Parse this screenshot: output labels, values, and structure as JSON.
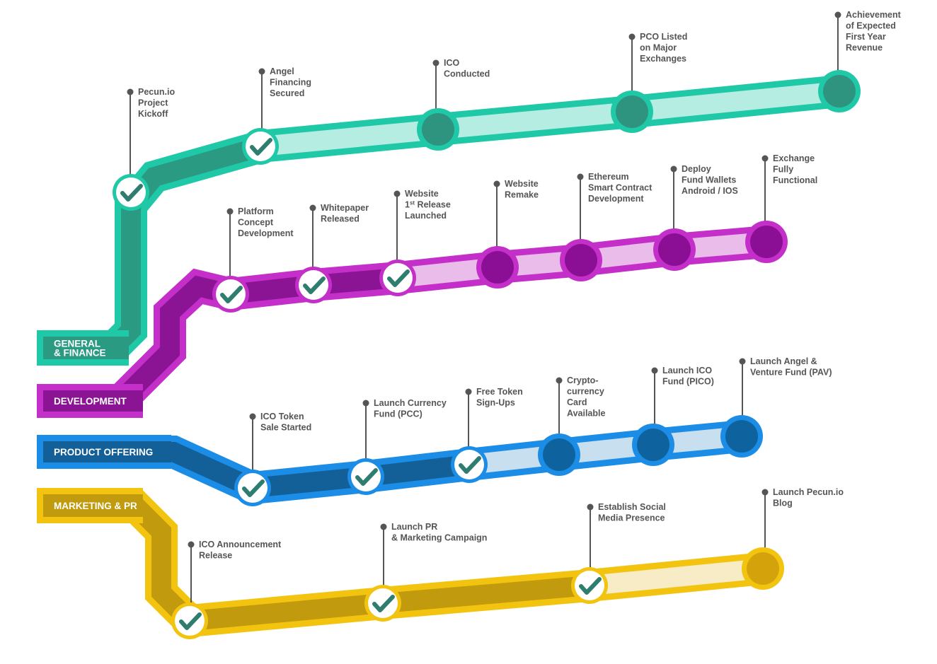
{
  "tracks": [
    {
      "key": "general",
      "tag_lines": [
        "GENERAL",
        "& FINANCE"
      ],
      "colors": {
        "outer": "#1fc9a8",
        "inner": "#2a9a83",
        "faded": "#b6ede3",
        "node": "#2e9480",
        "tick": "#2e7d6f"
      },
      "milestones": [
        {
          "label": [
            "Pecun.io",
            "Project",
            "Kickoff"
          ],
          "done": true
        },
        {
          "label": [
            "Angel",
            "Financing",
            "Secured"
          ],
          "done": true
        },
        {
          "label": [
            "ICO",
            "Conducted"
          ],
          "done": false
        },
        {
          "label": [
            "PCO Listed",
            "on Major",
            "Exchanges"
          ],
          "done": false
        },
        {
          "label": [
            "Achievement",
            "of Expected",
            "First Year",
            "Revenue"
          ],
          "done": false
        }
      ]
    },
    {
      "key": "development",
      "tag_lines": [
        "DEVELOPMENT"
      ],
      "colors": {
        "outer": "#c42fc9",
        "inner": "#8a1493",
        "faded": "#e9bce9",
        "node": "#8b0f95",
        "tick": "#2e7d6f"
      },
      "milestones": [
        {
          "label": [
            "Platform",
            "Concept",
            "Development"
          ],
          "done": true
        },
        {
          "label": [
            "Whitepaper",
            "Released"
          ],
          "done": true
        },
        {
          "label": [
            "Website",
            "1st Release",
            "Launched"
          ],
          "done": true
        },
        {
          "label": [
            "Website",
            "Remake"
          ],
          "done": false
        },
        {
          "label": [
            "Ethereum",
            "Smart Contract",
            "Development"
          ],
          "done": false
        },
        {
          "label": [
            "Deploy",
            "Fund Wallets",
            "Android / IOS"
          ],
          "done": false
        },
        {
          "label": [
            "Exchange",
            "Fully",
            "Functional"
          ],
          "done": false
        }
      ]
    },
    {
      "key": "product",
      "tag_lines": [
        "PRODUCT OFFERING"
      ],
      "colors": {
        "outer": "#1b8de6",
        "inner": "#135f98",
        "faded": "#c8dff0",
        "node": "#0e639f",
        "tick": "#2e7d6f"
      },
      "milestones": [
        {
          "label": [
            "ICO Token",
            "Sale Started"
          ],
          "done": true
        },
        {
          "label": [
            "Launch Currency",
            "Fund (PCC)"
          ],
          "done": true
        },
        {
          "label": [
            "Free Token",
            "Sign-Ups"
          ],
          "done": true
        },
        {
          "label": [
            "Crypto-",
            "currency",
            "Card",
            "Available"
          ],
          "done": false
        },
        {
          "label": [
            "Launch ICO",
            "Fund (PICO)"
          ],
          "done": false
        },
        {
          "label": [
            "Launch Angel &",
            "Venture Fund (PAV)"
          ],
          "done": false
        }
      ]
    },
    {
      "key": "marketing",
      "tag_lines": [
        "MARKETING & PR"
      ],
      "colors": {
        "outer": "#f2c40f",
        "inner": "#c19a0d",
        "faded": "#f7ecc6",
        "node": "#d4a30c",
        "tick": "#2e7d6f"
      },
      "milestones": [
        {
          "label": [
            "ICO Announcement",
            "Release"
          ],
          "done": true
        },
        {
          "label": [
            "Launch PR",
            "& Marketing Campaign"
          ],
          "done": true
        },
        {
          "label": [
            "Establish Social",
            "Media Presence"
          ],
          "done": true
        },
        {
          "label": [
            "Launch Pecun.io",
            "Blog"
          ],
          "done": false
        }
      ]
    }
  ]
}
